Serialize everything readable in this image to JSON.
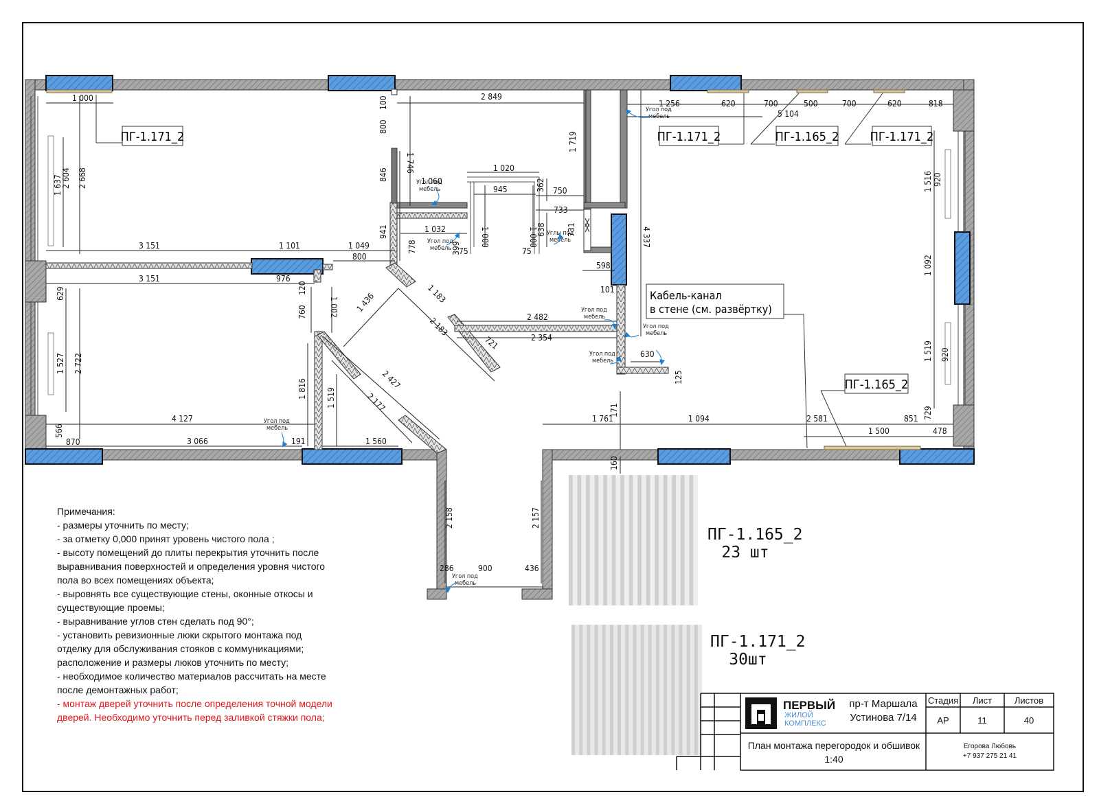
{
  "tags": {
    "pg171_a": "ПГ-1.171_2",
    "pg171_b": "ПГ-1.171_2",
    "pg165_a": "ПГ-1.165_2",
    "pg171_c": "ПГ-1.171_2",
    "pg165_b": "ПГ-1.165_2"
  },
  "cable_label": [
    "Кабель-канал",
    "в стене (см. развёртку)"
  ],
  "furniture_labels": {
    "a": [
      "Угол под",
      "мебель"
    ],
    "b": [
      "Угол под",
      "мебель"
    ],
    "c": [
      "Углы под",
      "мебель"
    ],
    "d": [
      "Угол под",
      "мебель"
    ],
    "e": [
      "Угол под",
      "мебель"
    ],
    "f": [
      "Угол под",
      "мебель"
    ],
    "g": [
      "Угол под",
      "мебель"
    ],
    "h": [
      "Угол под",
      "мебель"
    ],
    "i": [
      "Угол под",
      "мебель"
    ]
  },
  "dims": {
    "d1000": "1 000",
    "d2604": "2 604",
    "d2668": "2 668",
    "d1637": "1 637",
    "d100": "100",
    "d800v": "800",
    "d846": "846",
    "d941": "941",
    "d1746": "1 746",
    "d2849": "2 849",
    "d1719": "1 719",
    "d1020": "1 020",
    "d1060": "1 060",
    "d945": "945",
    "d362": "362",
    "d750": "750",
    "d733": "733",
    "d1000b": "1 000",
    "d1000c": "1 000",
    "d638": "638",
    "d731": "731",
    "d1032": "1 032",
    "d399": "399",
    "d778": "778",
    "d75a": "75",
    "d75b": "75",
    "d3151a": "3 151",
    "d1101": "1 101",
    "d1049": "1 049",
    "d800h": "800",
    "d3151b": "3 151",
    "d976": "976",
    "d598": "598",
    "d4337": "4 337",
    "d101": "101",
    "d1256": "1 256",
    "d620a": "620",
    "d700a": "700",
    "d500": "500",
    "d700b": "700",
    "d620b": "620",
    "d818": "818",
    "d5104": "5 104",
    "d1516": "1 516",
    "d920a": "920",
    "d1092": "1 092",
    "d1519r": "1 519",
    "d920b": "920",
    "d729": "729",
    "d629": "629",
    "d1527": "1 527",
    "d2722": "2 722",
    "d120": "120",
    "d760": "760",
    "d1002": "1 002",
    "d1436": "1 436",
    "d1183": "1 183",
    "d2183": "2 183",
    "d2482": "2 482",
    "d2354": "2 354",
    "d721": "721",
    "d630": "630",
    "d125": "125",
    "d2427": "2 427",
    "d2177": "2 177",
    "d1816": "1 816",
    "d1519": "1 519",
    "d4127": "4 127",
    "d566": "566",
    "d870": "870",
    "d3066": "3 066",
    "d191": "191",
    "d1560": "1 560",
    "d1761": "1 761",
    "d171": "171",
    "d1094": "1 094",
    "d2581": "2 581",
    "d851": "851",
    "d1500": "1 500",
    "d478": "478",
    "d160": "160",
    "d2158": "2 158",
    "d2157": "2 157",
    "d286": "286",
    "d900": "900",
    "d436": "436"
  },
  "notes": {
    "title": "Примечания:",
    "items": [
      "- размеры уточнить по месту;",
      "- за отметку 0,000 принят уровень чистого пола ;",
      "- высоту помещений до плиты перекрытия уточнить после",
      "выравнивания поверхностей и определения уровня чистого",
      "пола во всех помещениях объекта;",
      "- выровнять все существующие стены, оконные откосы и",
      "существующие проемы;",
      "- выравнивание углов стен сделать под 90°;",
      "- установить ревизионные люки скрытого монтажа под",
      "отделку для обслуживания стояков с коммуникациями;",
      "расположение и размеры люков уточнить по месту;",
      "- необходимое количество материалов рассчитать на месте",
      "после демонтажных работ;"
    ],
    "red_items": [
      "- монтаж дверей уточнить после определения точной модели",
      "дверей. Необходимо уточнить перед заливкой стяжки пола;"
    ]
  },
  "panels": [
    {
      "name": "ПГ-1.165_2",
      "qty": "23 шт"
    },
    {
      "name": "ПГ-1.171_2",
      "qty": "30шт"
    }
  ],
  "title_block": {
    "logo_line1": "ПЕРВЫЙ",
    "logo_line2": "ЖИЛОЙ",
    "logo_line3": "КОМПЛЕКС",
    "address_line1": "пр-т Маршала",
    "address_line2": "Устинова 7/14",
    "stage_header": "Стадия",
    "sheet_header": "Лист",
    "sheets_header": "Листов",
    "stage": "АР",
    "sheet": "11",
    "sheets": "40",
    "drawing_title": "План монтажа перегородок и обшивок",
    "scale": "1:40",
    "author": "Егорова Любовь",
    "phone": "+7 937 275 21 41"
  },
  "colors": {
    "window": "#4a90d9",
    "wall": "#9a9a9a",
    "partition": "#cfcfcf",
    "notes_red": "#e0161a"
  }
}
